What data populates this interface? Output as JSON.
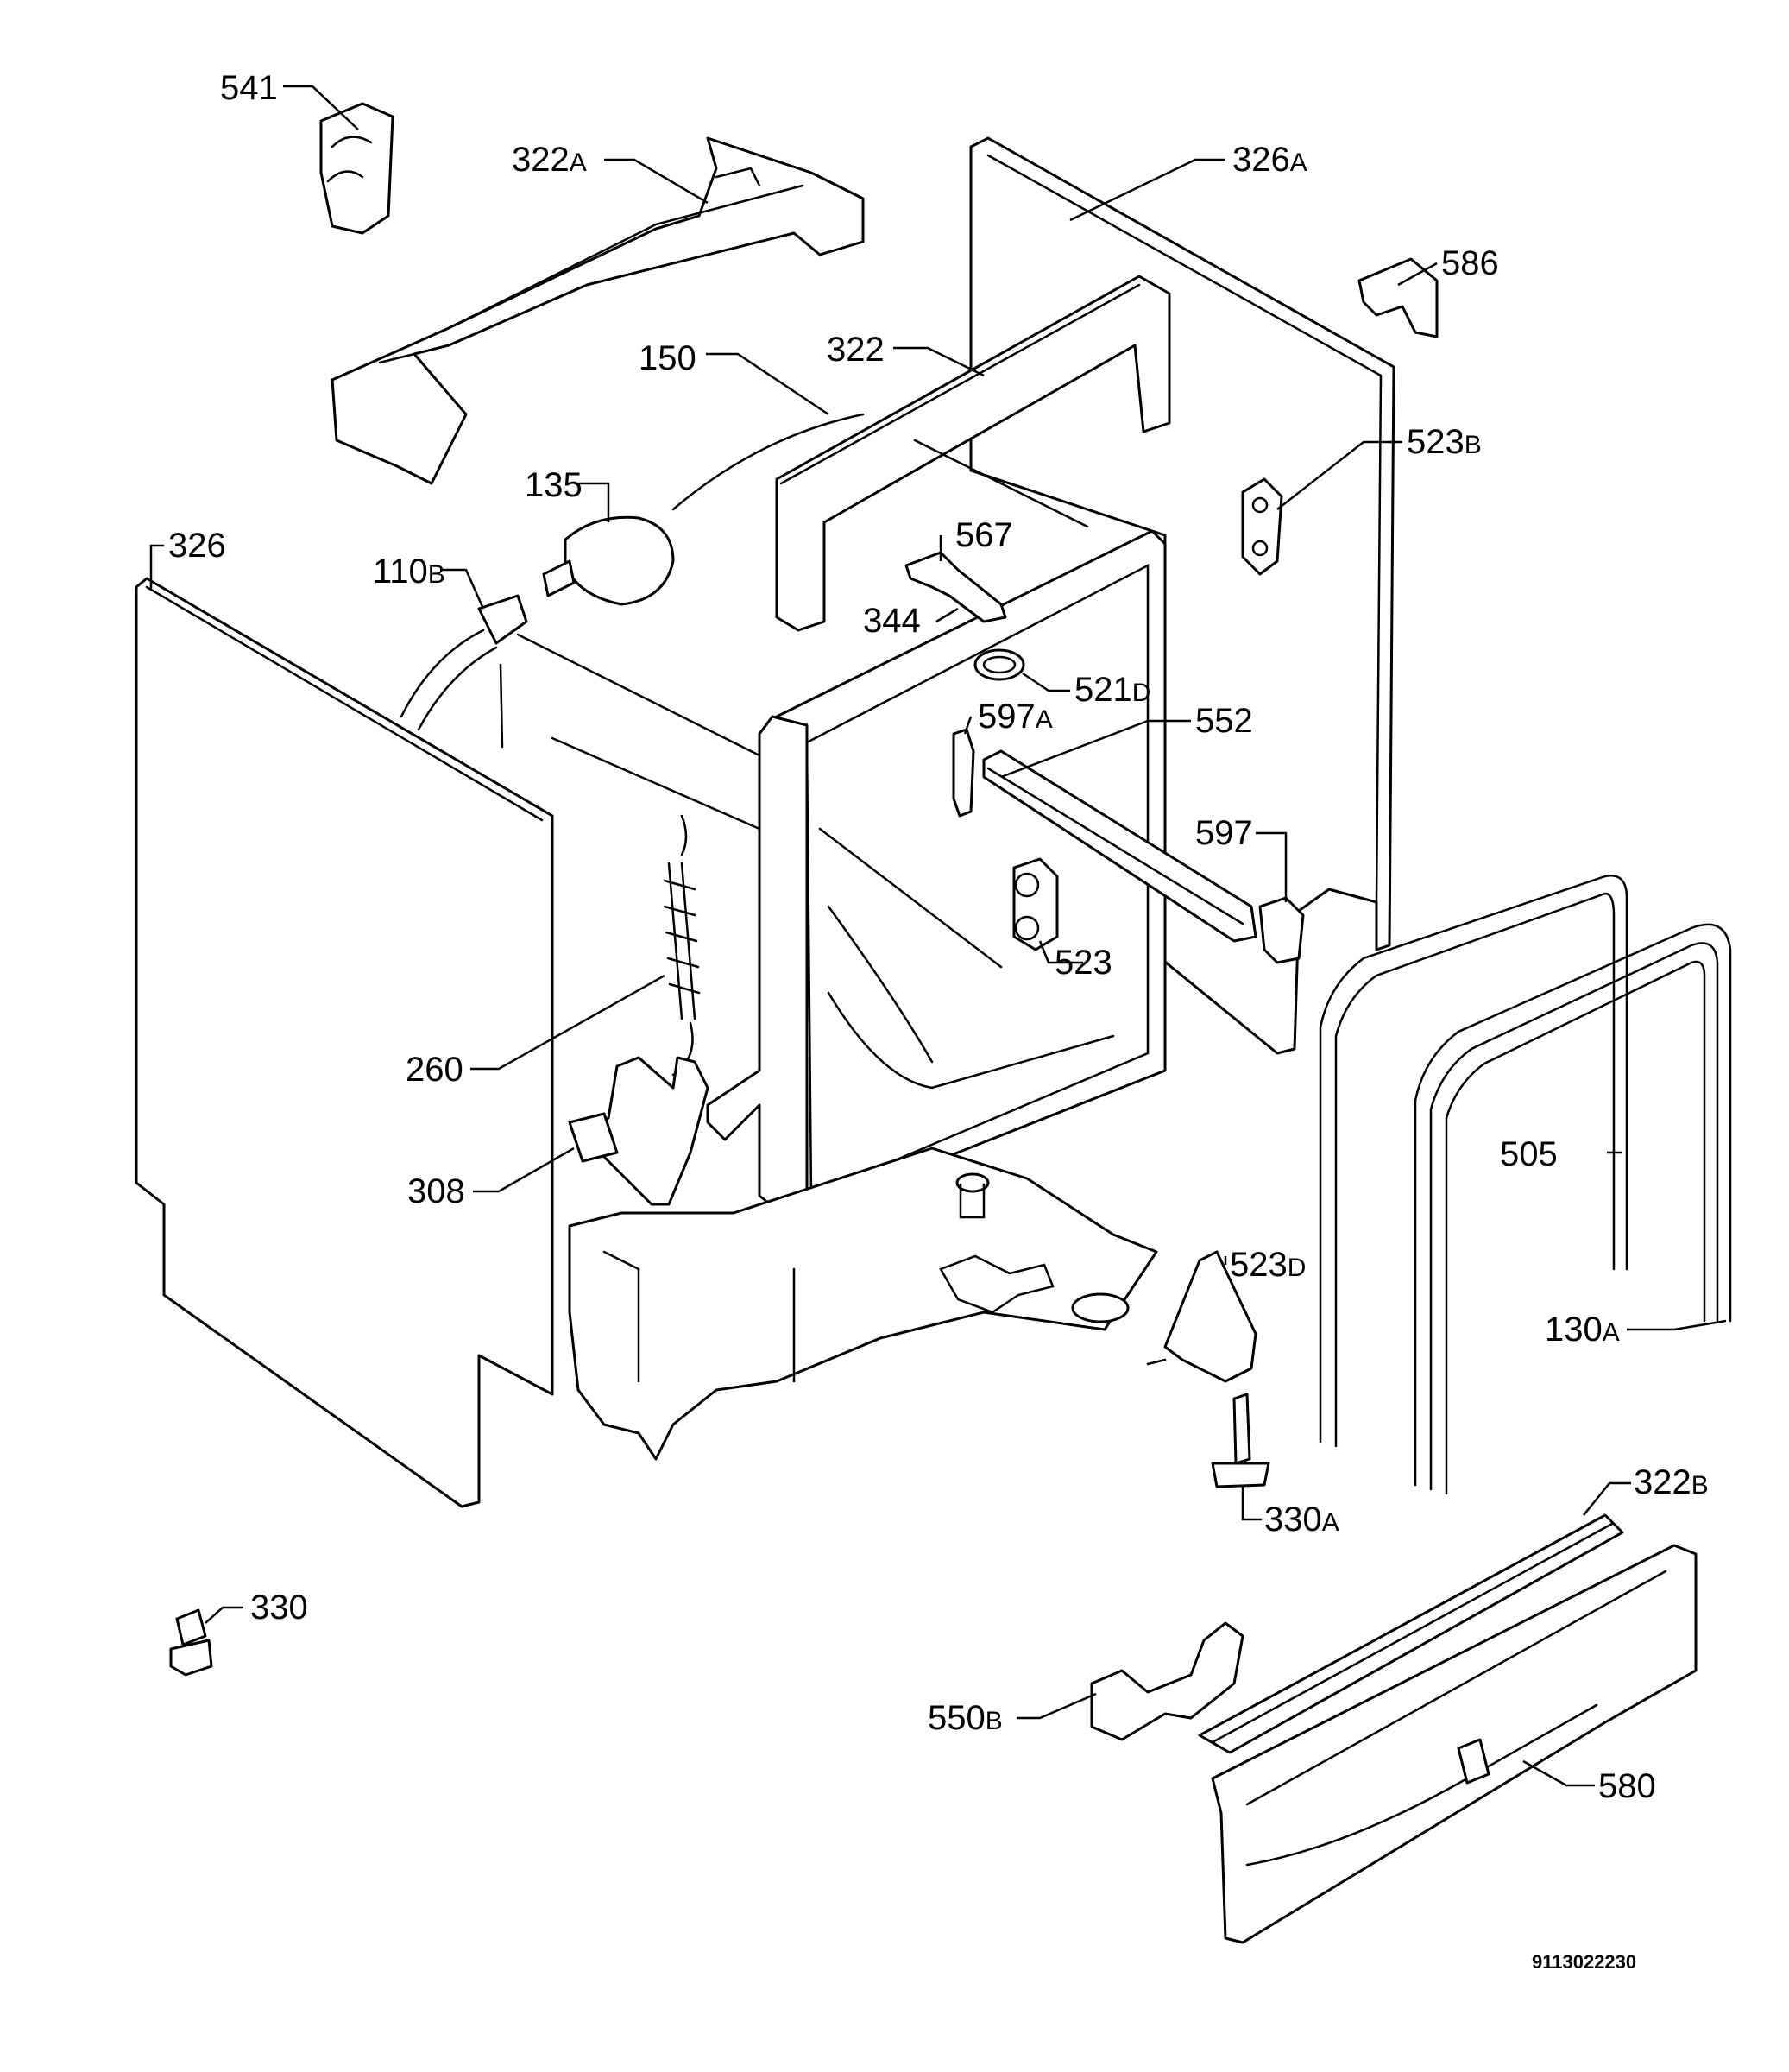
{
  "callouts": {
    "p541": "541",
    "p322a": {
      "num": "322",
      "suffix": "A"
    },
    "p326a": {
      "num": "326",
      "suffix": "A"
    },
    "p586": "586",
    "p150": "150",
    "p322": "322",
    "p523b": {
      "num": "523",
      "suffix": "B"
    },
    "p135": "135",
    "p326": "326",
    "p110b": {
      "num": "110",
      "suffix": "B"
    },
    "p567": "567",
    "p344": "344",
    "p521d": {
      "num": "521",
      "suffix": "D"
    },
    "p597a": {
      "num": "597",
      "suffix": "A"
    },
    "p552": "552",
    "p597": "597",
    "p523": "523",
    "p260": "260",
    "p505": "505",
    "p308": "308",
    "p523d": {
      "num": "523",
      "suffix": "D"
    },
    "p130a": {
      "num": "130",
      "suffix": "A"
    },
    "p322b": {
      "num": "322",
      "suffix": "B"
    },
    "p330a": {
      "num": "330",
      "suffix": "A"
    },
    "p330": "330",
    "p550b": {
      "num": "550",
      "suffix": "B"
    },
    "p580": "580"
  },
  "drawing_code": "9113022230"
}
